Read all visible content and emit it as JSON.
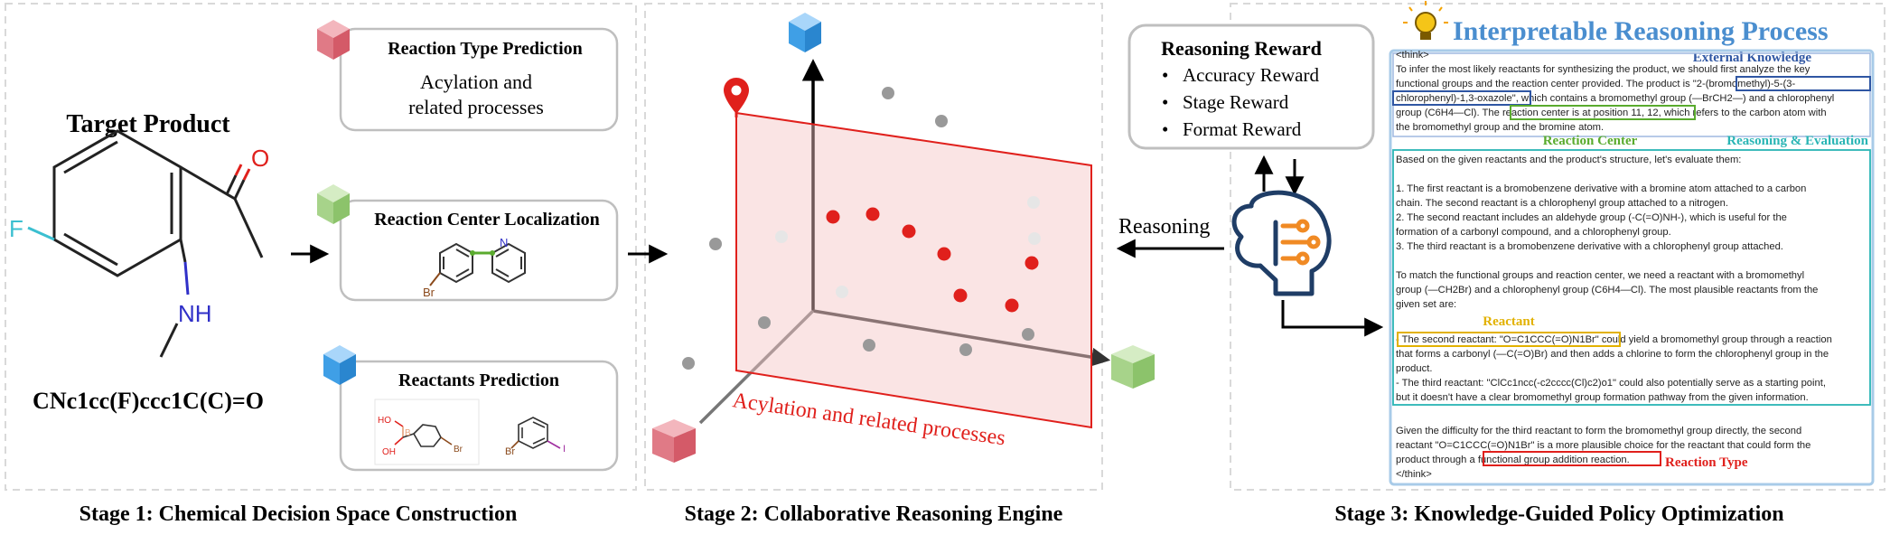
{
  "stage1": {
    "caption": "Stage 1: Chemical Decision Space Construction",
    "target_product_label": "Target Product",
    "smiles": "CNc1cc(F)ccc1C(C)=O",
    "mol_atoms": {
      "o": "O",
      "f": "F",
      "nh": "NH"
    },
    "box_reaction_type": {
      "title": "Reaction Type Prediction",
      "line1": "Acylation and",
      "line2": "related processes"
    },
    "box_reaction_center": {
      "title": "Reaction Center Localization",
      "atom_br": "Br",
      "atom_n": "N"
    },
    "box_reactants": {
      "title": "Reactants Prediction",
      "atom_ho1": "HO",
      "atom_b": "B",
      "atom_oh": "OH",
      "atom_br1": "Br",
      "atom_br2": "Br",
      "atom_i": "I"
    }
  },
  "stage2": {
    "caption": "Stage 2: Collaborative Reasoning Engine",
    "plane_label": "Acylation and related processes"
  },
  "stage3": {
    "caption": "Stage 3: Knowledge-Guided Policy Optimization",
    "reasoning_label": "Reasoning",
    "reward_box": {
      "title": "Reasoning Reward",
      "items": [
        "Accuracy Reward",
        "Stage Reward",
        "Format Reward"
      ]
    },
    "process_title": "Interpretable Reasoning Process",
    "labels": {
      "external_knowledge": "External Knowledge",
      "reaction_center": "Reaction Center",
      "reasoning_evaluation": "Reasoning & Evaluation",
      "reactant": "Reactant",
      "reaction_type": "Reaction Type"
    },
    "text": {
      "think_open": "<think>",
      "p1_l1": "To infer the most likely reactants for synthesizing the product, we should first analyze the key",
      "p1_l2a": "functional groups and the reaction center provided. The product is ",
      "p1_l2b": "\"2-(bromomethyl)-5-(3-",
      "p1_l3a": "chlorophenyl)-1,3-oxazole\"",
      "p1_l3b": ", which contains a bromomethyl group (—BrCH2—) and a chlorophenyl",
      "p1_l4a": "group (C6H4—Cl). The ",
      "p1_l4b": "reaction center is at position 11, 12,",
      "p1_l4c": " which refers to the carbon atom with",
      "p1_l5": "the bromomethyl group and the bromine atom.",
      "p2_l1": "Based on the given reactants and the product's structure, let's evaluate them:",
      "p2_l2": "1. The first reactant is a bromobenzene derivative with a bromine atom attached to a carbon",
      "p2_l3": "chain. The second reactant is a chlorophenyl group attached to a nitrogen.",
      "p2_l4": "2. The second reactant includes an aldehyde group (-C(=O)NH-), which is useful for the",
      "p2_l5": "formation of a carbonyl compound, and a chlorophenyl group.",
      "p2_l6": "3. The third reactant is a bromobenzene derivative with a chlorophenyl group attached.",
      "p2_l7": "To match the functional groups and reaction center, we need a reactant with a bromomethyl",
      "p2_l8": "group (—CH2Br) and a chlorophenyl group (C6H4—Cl). The most plausible reactants from the",
      "p2_l9": "given set are:",
      "p3_l1a": "- The second reactant: \"O=C1CCC(=O)N1Br\"",
      "p3_l1b": " could yield a bromomethyl group through a reaction",
      "p3_l2": "that forms a carbonyl (—C(=O)Br) and then adds a chlorine to form the chlorophenyl group in the",
      "p3_l3": "product.",
      "p3_l4": "- The third reactant: \"ClCc1ncc(-c2cccc(Cl)c2)o1\" could also potentially serve as a starting point,",
      "p3_l5": "but it doesn't have a clear bromomethyl group formation pathway from the given information.",
      "p4_l1": "Given the difficulty for the third reactant to form the bromomethyl group directly, the second",
      "p4_l2": "reactant \"O=C1CCC(=O)N1Br\" is a more plausible choice for the reactant that could form the",
      "p4_l3a": "product through a ",
      "p4_l3b": "functional group addition reaction.",
      "think_close": "</think>"
    }
  },
  "colors": {
    "red": "#e0201c",
    "blue": "#2b7fd6",
    "green": "#5aab2e",
    "teal": "#2ab5b5",
    "gold": "#e2b100",
    "title_blue": "#4a8ecf",
    "cube_blue": "#3f9fe6",
    "cube_red": "#e07a86",
    "cube_green": "#a7d38a"
  }
}
